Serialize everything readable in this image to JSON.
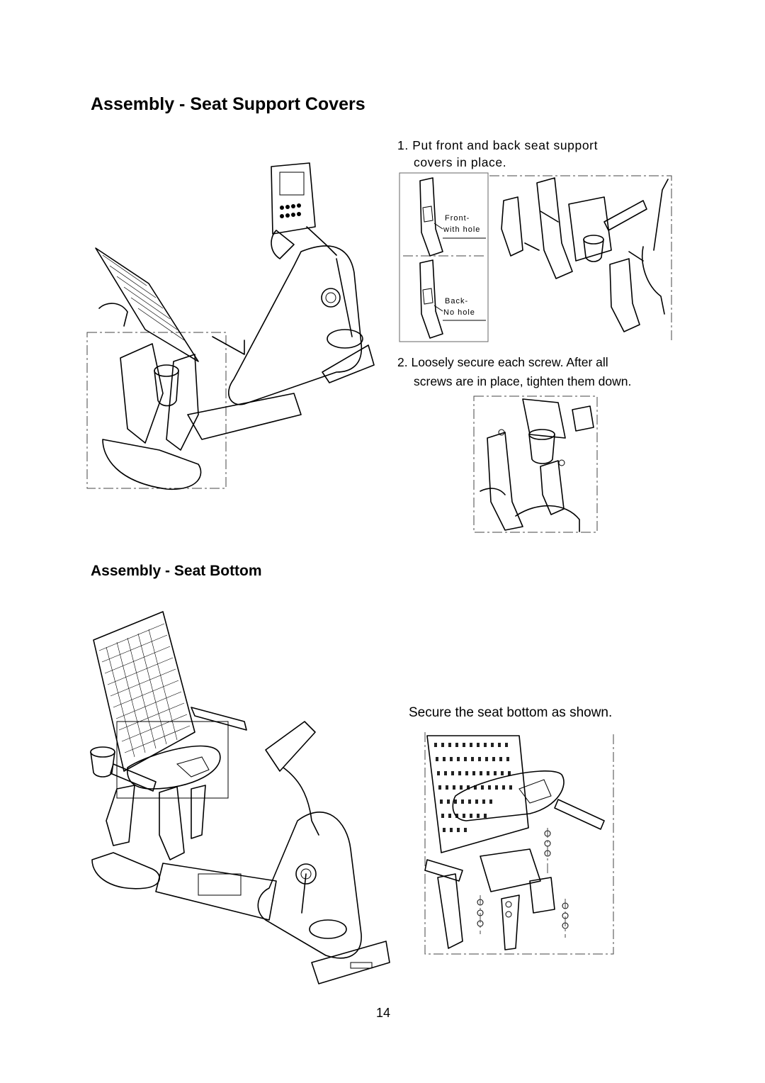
{
  "section1": {
    "title": "Assembly - Seat Support Covers",
    "step1": "1. Put front and back seat support",
    "step1_cont": "covers in place.",
    "label_front_1": "Front-",
    "label_front_2": "with hole",
    "label_back_1": "Back-",
    "label_back_2": "No hole",
    "step2": "2. Loosely secure each screw. After all",
    "step2_cont": "screws are in place, tighten them down."
  },
  "section2": {
    "title": "Assembly - Seat Bottom",
    "caption": "Secure the seat bottom as shown."
  },
  "page_number": "14"
}
